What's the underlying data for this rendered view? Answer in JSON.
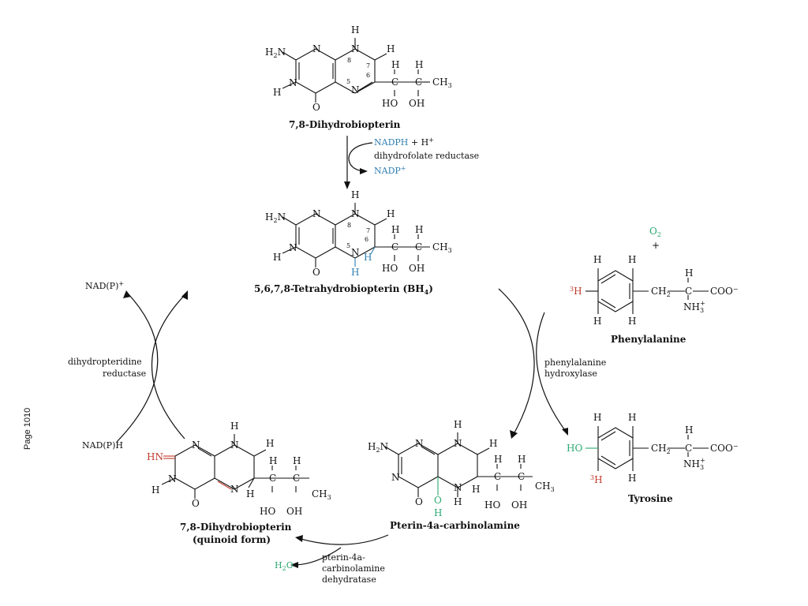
{
  "page_label": "Page 1010",
  "compounds": {
    "dihydrobiopterin": "7,8-Dihydrobiopterin",
    "bh4": "5,6,7,8-Tetrahydrobiopterin (BH",
    "bh4_sub": "4",
    "bh4_close": ")",
    "phenylalanine": "Phenylalanine",
    "tyrosine": "Tyrosine",
    "carbinolamine": "Pterin-4a-carbinolamine",
    "quinoid_line1": "7,8-Dihydrobiopterin",
    "quinoid_line2": "(quinoid form)"
  },
  "reactions": {
    "top": {
      "cofactor_in": "NADPH",
      "proton": "+ H",
      "enzyme": "dihydrofolate reductase",
      "cofactor_out": "NADP"
    },
    "right": {
      "o2": "O",
      "o2_sub": "2",
      "plus": "+",
      "enzyme_line1": "phenylalanine",
      "enzyme_line2": "hydroxylase"
    },
    "left": {
      "product": "NAD(P)",
      "substrate": "NAD(P)H",
      "enzyme_line1": "dihydropteridine",
      "enzyme_line2": "reductase"
    },
    "bottom": {
      "water": "H",
      "water_sub": "2",
      "water_o": "O",
      "enzyme_line1": "pterin-4a-",
      "enzyme_line2": "carbinolamine",
      "enzyme_line3": "dehydratase"
    }
  },
  "atoms": {
    "h": "H",
    "n": "N",
    "o": "O",
    "ho": "HO",
    "oh": "OH",
    "h2n": "H",
    "h2n_sub": "2",
    "h2n_n": "N",
    "hn": "HN",
    "c": "C",
    "ch3": "CH",
    "ch3_sub": "3",
    "ch2": "CH",
    "ch2_sub": "2",
    "coo": "COO",
    "nh3": "NH",
    "nh3_sub": "3",
    "tritium": "H",
    "tritium_mass": "3",
    "num5": "5",
    "num6": "6",
    "num7": "7",
    "num8": "8",
    "minus": "−",
    "plus_sup": "+"
  },
  "colors": {
    "cofactor": "#2f7fb0",
    "oxygen_label": "#2aa870",
    "tritium_label": "#c0392b",
    "quinoid_bond": "#c0392b",
    "ink": "#111111"
  }
}
